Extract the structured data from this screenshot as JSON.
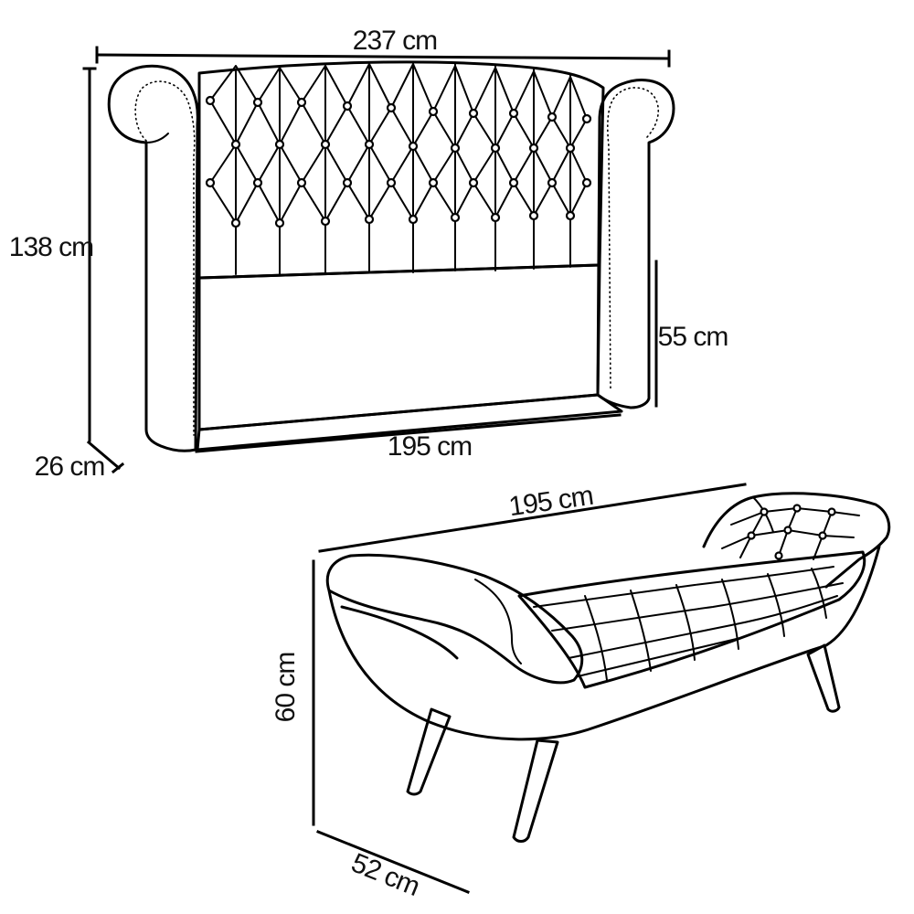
{
  "headboard": {
    "width_label": "237 cm",
    "height_label": "138 cm",
    "depth_label": "26 cm",
    "panel_height_label": "55 cm",
    "inner_width_label": "195 cm"
  },
  "bench": {
    "width_label": "195 cm",
    "height_label": "60 cm",
    "depth_label": "52 cm"
  },
  "colors": {
    "line": "#000000",
    "background": "#ffffff"
  }
}
